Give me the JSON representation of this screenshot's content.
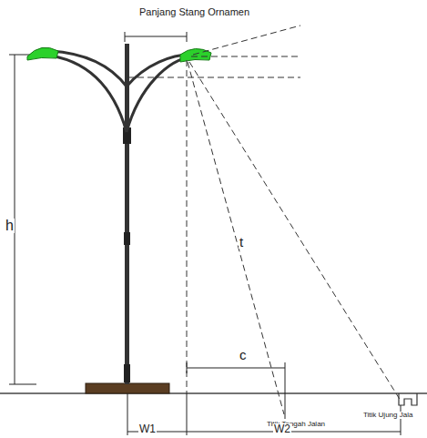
{
  "diagram": {
    "labels": [
      "Panjang Stang Ornamen",
      "h",
      "t",
      "c",
      "Titik Tengah Jalan",
      "Titik Ujung Jala",
      "W1",
      "W2"
    ]
  }
}
